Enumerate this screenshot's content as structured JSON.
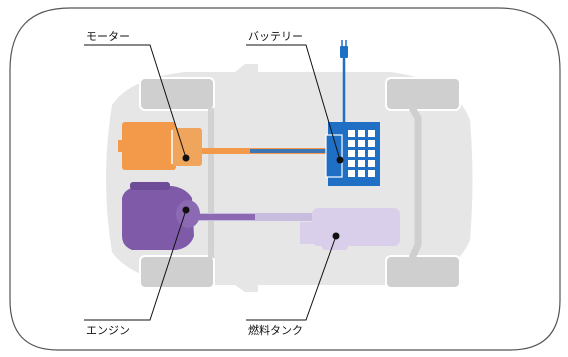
{
  "labels": {
    "motor": "モーター",
    "battery": "バッテリー",
    "engine": "エンジン",
    "fuel_tank": "燃料タンク"
  },
  "colors": {
    "motor": "#f2994a",
    "battery": "#1f6fc5",
    "engine": "#7f5aa8",
    "fuel_tank": "#d9cfea",
    "car_body": "#e6e6e6",
    "wheel": "#cfcfcf",
    "frame": "#555555"
  }
}
